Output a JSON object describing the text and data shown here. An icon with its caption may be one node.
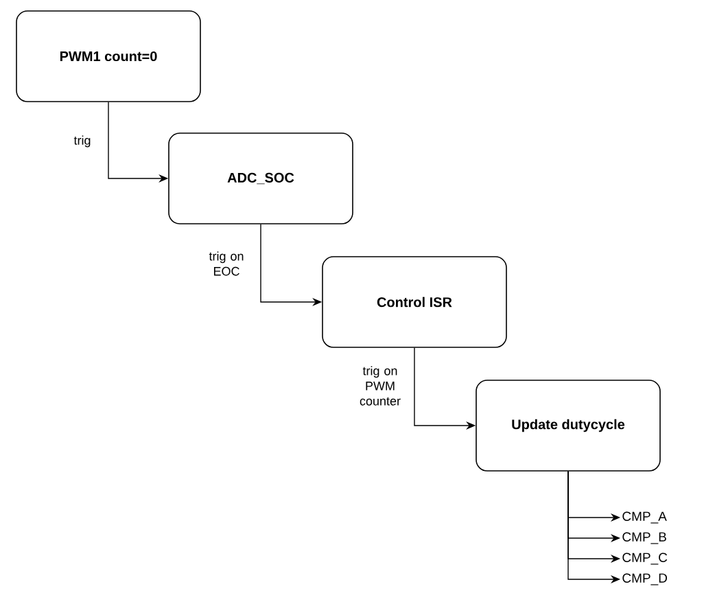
{
  "diagram": {
    "nodes": [
      {
        "text": [
          "PWM1 count=0"
        ]
      },
      {
        "text": [
          "ADC_SOC"
        ]
      },
      {
        "text": [
          "Control ISR"
        ]
      },
      {
        "text": [
          "Update dutycycle"
        ]
      },
      {
        "text": [
          "CMP_A"
        ]
      },
      {
        "text": [
          "CMP_B"
        ]
      },
      {
        "text": [
          "CMP_C"
        ]
      },
      {
        "text": [
          "CMP_D"
        ]
      }
    ],
    "edges": [
      {
        "from": 0,
        "to": 1,
        "arrow": "to",
        "label": "trig"
      },
      {
        "from": 1,
        "to": 2,
        "arrow": "to",
        "label": "trig on EOC"
      },
      {
        "from": 2,
        "to": 3,
        "arrow": "to",
        "label": "trig on PWM counter"
      },
      {
        "from": 3,
        "to": 4,
        "arrow": "to"
      },
      {
        "from": 3,
        "to": 5,
        "arrow": "to"
      },
      {
        "from": 3,
        "to": 6,
        "arrow": "to"
      },
      {
        "from": 3,
        "to": 7,
        "arrow": "to"
      }
    ]
  }
}
